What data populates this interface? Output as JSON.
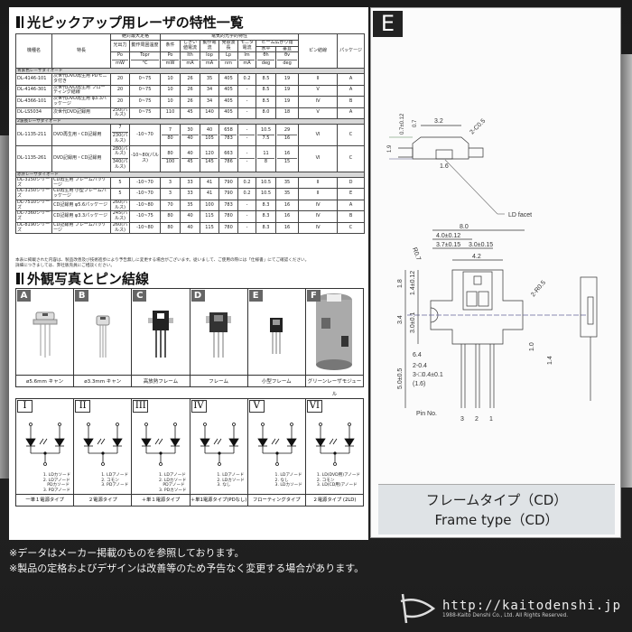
{
  "section1_title": "光ピックアップ用レーザの特性一覧",
  "table": {
    "h_model": "機種名",
    "h_feature": "特長",
    "h_abs": "絶対最大定格",
    "h_elec": "電気的光学的特性",
    "h_beam": "ビーム広がり角",
    "h_cols": [
      "光出力",
      "動作周囲温度",
      "条件",
      "しきい値電流",
      "動作電流",
      "発振波長",
      "モニタ電流",
      "水平",
      "垂直"
    ],
    "h_pin": "ピン結線",
    "h_pkg": "パッケージ",
    "symbols": [
      "Po",
      "Topr",
      "Po",
      "Ith",
      "Iop",
      "Lp",
      "Im",
      "θh",
      "θv"
    ],
    "units": [
      "mW",
      "°C",
      "mW",
      "mA",
      "mA",
      "nm",
      "mA",
      "deg",
      "deg"
    ],
    "rows": [
      {
        "category": "青紫色レーザダイオード"
      },
      {
        "cells": [
          "DL-4146-101",
          "次世代DVD再生用 PDモニタ付き",
          "20",
          "0~75",
          "10",
          "26",
          "35",
          "405",
          "0.2",
          "8.5",
          "19",
          "II",
          "A"
        ]
      },
      {
        "cells": [
          "DL-4146-301",
          "次世代DVD再生用 フローティング結線",
          "20",
          "0~75",
          "10",
          "26",
          "34",
          "405",
          "-",
          "8.5",
          "19",
          "V",
          "A"
        ]
      },
      {
        "cells": [
          "DL-4366-101",
          "次世代DVD再生用 φ3.3パッケージ",
          "20",
          "0~75",
          "10",
          "26",
          "34",
          "405",
          "-",
          "8.5",
          "19",
          "IV",
          "B"
        ]
      },
      {
        "cells": [
          "DL-LS5034",
          "次世代DVD記録用",
          "250(パルス)",
          "0~75",
          "110",
          "45",
          "140",
          "405",
          "-",
          "8.0",
          "18",
          "V",
          "A"
        ]
      },
      {
        "category": "2波長レーザダイオード"
      },
      {
        "cells": [
          "DL-1135-211",
          "DVD再生用・CD記録用",
          [
            "7",
            "230(パルス)"
          ],
          "-10~70",
          [
            "7",
            "80"
          ],
          [
            "30",
            "40"
          ],
          [
            "40",
            "105"
          ],
          [
            "658",
            "783"
          ],
          [
            "-",
            "-"
          ],
          [
            "10.5",
            "7.5"
          ],
          [
            "29",
            "16"
          ],
          "VI",
          "C"
        ]
      },
      {
        "cells": [
          "DL-1135-261",
          "DVD記録用・CD記録用",
          [
            "280(パルス)",
            "340(パルス)"
          ],
          "-10~80(パルス)",
          [
            "80",
            "100"
          ],
          [
            "40",
            "45"
          ],
          [
            "120",
            "145"
          ],
          [
            "663",
            "786"
          ],
          [
            "-",
            "-"
          ],
          [
            "11",
            "8"
          ],
          [
            "16",
            "15"
          ],
          "VI",
          "C"
        ]
      },
      {
        "category": "赤外レーザダイオード"
      },
      {
        "cells": [
          "DL-3150シリーズ",
          "CD再生用 フレームパッケージ",
          "5",
          "-10~70",
          "3",
          "33",
          "41",
          "790",
          "0.2",
          "10.5",
          "35",
          "II",
          "D"
        ]
      },
      {
        "cells": [
          "DL-3150シリーズ",
          "CD再生用 小型フレームパッケージ",
          "5",
          "-10~70",
          "3",
          "33",
          "41",
          "790",
          "0.2",
          "10.5",
          "35",
          "II",
          "E"
        ]
      },
      {
        "cells": [
          "DL-7510シリーズ",
          "CD記録用 φ5.6パッケージ",
          "260(パルス)",
          "-10~80",
          "70",
          "35",
          "100",
          "783",
          "-",
          "8.3",
          "16",
          "IV",
          "A"
        ]
      },
      {
        "cells": [
          "DL-7360シリーズ",
          "CD記録用 φ3.3パッケージ",
          "245(パルス)",
          "-10~75",
          "80",
          "40",
          "115",
          "780",
          "-",
          "8.3",
          "16",
          "IV",
          "B"
        ]
      },
      {
        "cells": [
          "DL-8190シリーズ",
          "CD記録用 フレームパッケージ",
          "260(パルス)",
          "-10~80",
          "80",
          "40",
          "115",
          "780",
          "-",
          "8.3",
          "16",
          "IV",
          "C"
        ]
      }
    ],
    "note1": "本表に掲載された内容は、製品改善及び技術進歩により予告無しに変更する場合がございます。従いまして、ご使用の際には「仕様書」にてご確認ください。",
    "note2": "詳細につきましては、弊社販売員にご相談ください。"
  },
  "section2_title": "外観写真とピン結線",
  "packages": [
    {
      "letter": "A",
      "label": "ø5.6mm キャン",
      "shape": "can-large"
    },
    {
      "letter": "B",
      "label": "ø3.3mm キャン",
      "shape": "can-small"
    },
    {
      "letter": "C",
      "label": "高放熱フレーム",
      "shape": "frame-heatsink"
    },
    {
      "letter": "D",
      "label": "フレーム",
      "shape": "frame"
    },
    {
      "letter": "E",
      "label": "小型フレーム",
      "shape": "frame-small"
    },
    {
      "letter": "F",
      "label": "グリーンレーザモジュール",
      "shape": "module"
    }
  ],
  "pin_types": [
    {
      "numeral": "I",
      "pins": "1. LDカソード\n2. LDアノード\n   PDカソード\n3. PDアノード",
      "label": "一単１電源タイプ"
    },
    {
      "numeral": "II",
      "pins": "1. LDアノード\n2. コモン\n3. PDアノード",
      "label": "２電源タイプ"
    },
    {
      "numeral": "III",
      "pins": "1. LDアノード\n2. LDカソード\n   PDアノード\n3. PDカソード",
      "label": "＋単１電源タイプ"
    },
    {
      "numeral": "IV",
      "pins": "1. LDアノード\n2. LDカソード\n3. なし",
      "label": "＋単1電源タイプ(PDなし)"
    },
    {
      "numeral": "V",
      "pins": "1. LDアノード\n2. なし\n3. LDカソード",
      "label": "フローティングタイプ"
    },
    {
      "numeral": "VI",
      "pins": "1. LD(DVD用)アノード\n2. コモン\n3. LD(CD用)アノード",
      "label": "２電源タイプ (2LD)"
    }
  ],
  "drawing": {
    "letter": "E",
    "labels": {
      "d32": "3.2",
      "c05": "2-C0.5",
      "d07_012": "0.7±0.12",
      "d07": "0.7",
      "d19": "1.9",
      "d16": "1.6",
      "facet": "LD facet",
      "d80": "8.0",
      "d40": "4.0±0.12",
      "d37": "3.7±0.15",
      "d30": "3.0±0.15",
      "d42": "4.2",
      "r07": "R0.7",
      "r05": "2-R0.5",
      "d18": "1.8",
      "d14": "1.4±0.12",
      "d34": "3.4",
      "d301": "3.0±0.1",
      "d64": "6.4",
      "d204": "2-0.4",
      "d304": "3-□0.4±0.1",
      "d16p": "(1.6)",
      "d50": "5.0±0.5",
      "d10": "1.0",
      "d14b": "1.4",
      "pin_no": "Pin No.",
      "pin3": "3",
      "pin2": "2",
      "pin1": "1"
    },
    "caption_jp": "フレームタイプ（CD）",
    "caption_en": "Frame type（CD）"
  },
  "footer": {
    "line1": "※データはメーカー掲載のものを参照しております。",
    "line2": "※製品の定格およびデザインは改善等のため予告なく変更する場合があります。",
    "url": "http://kaitodenshi.jp",
    "copyright": "1988-Kaito Denshi Co., Ltd. All Rights Reserved."
  }
}
